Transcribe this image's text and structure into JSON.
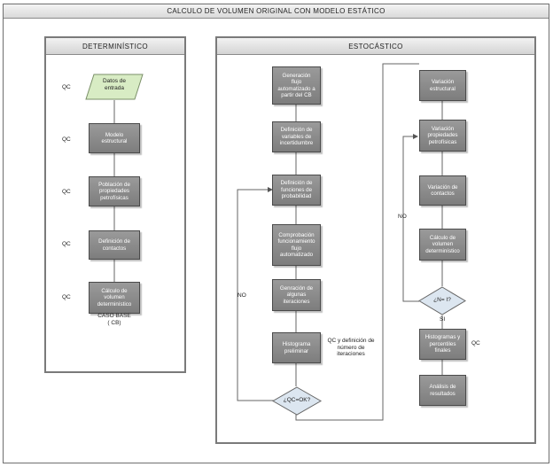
{
  "title": "CALCULO DE VOLUMEN ORIGINAL CON MODELO ESTÁTICO",
  "deterministic": {
    "header": "DETERMINÍSTICO",
    "qc_label": "QC",
    "steps": [
      "Datos de\nentrada",
      "Modelo\nestructural",
      "Población de\npropiedades\npetrofísicas",
      "Definición de\ncontactos",
      "Cálculo de\nvolumen\ndeterminístico"
    ],
    "case_label": "CASO BASE\n( CB)"
  },
  "stochastic": {
    "header": "ESTOCÁSTICO",
    "left_steps": [
      "Generación\nflujo\nautomatizado a\npartir del CB",
      "Definición de\nvariables de\nincertidumbre",
      "Definición de\nfunciones de\nprobabilidad",
      "Comprobación\nfuncionamiento\nflujo\nautomatizado",
      "Genración de\nalgunas\niteraciones",
      "Histograma\npreliminar"
    ],
    "qc_note": "QC y definición de\nnúmero de\niteraciones",
    "decision_left": "¿QC=OK?",
    "no_left": "NO",
    "right_steps": [
      "Variación\nestructural",
      "Variación\npropiedades\npetrofísicas",
      "Variación de\ncontactos",
      "Cálculo de\nvolumen\ndeterminístico"
    ],
    "decision_right": "¿N= I?",
    "no_right": "NO",
    "si_right": "SI",
    "final_steps": [
      "Histogramas y\npercentiles\nfinales",
      "Análisis de\nresultados"
    ],
    "final_qc": "QC"
  },
  "colors": {
    "box": "#8a8a8a",
    "data_box": "#d8ecc4",
    "decision": "#dce6f0",
    "line": "#555555"
  }
}
